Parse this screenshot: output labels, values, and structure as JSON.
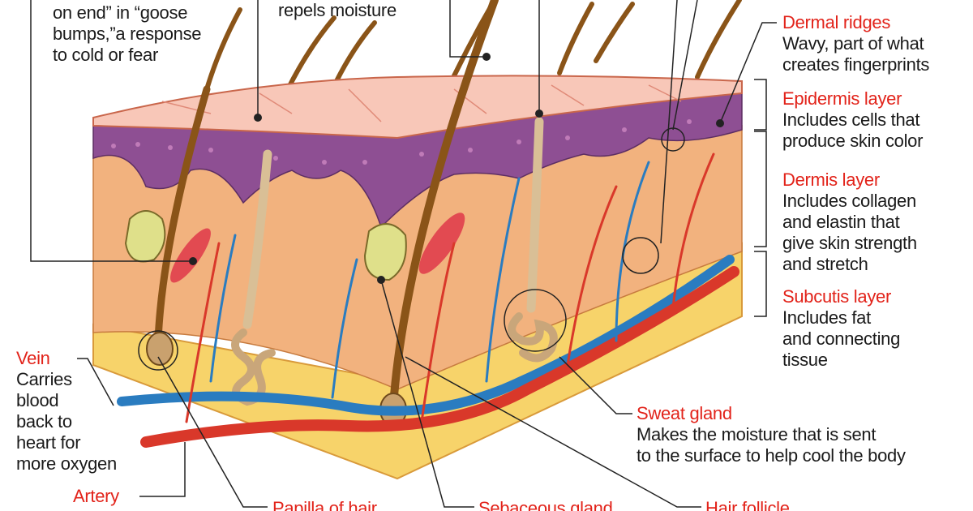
{
  "colors": {
    "label_red": "#e2231a",
    "text": "#1a1a1a",
    "epidermis_purple": "#8e4f93",
    "dermis": "#f2b27e",
    "fat": "#f7d36a",
    "vein": "#2a7cc0",
    "artery": "#d9382a",
    "hair": "#a0641e"
  },
  "labels": {
    "arrector_desc": [
      "on end” in “goose",
      "bumps,”a response",
      "to cold or fear"
    ],
    "sebum_desc": [
      "repels moisture"
    ],
    "dermal_ridges": {
      "title": "Dermal ridges",
      "desc": [
        "Wavy, part of what",
        "creates fingerprints"
      ]
    },
    "epidermis": {
      "title": "Epidermis layer",
      "desc": [
        "Includes cells that",
        "produce skin color"
      ]
    },
    "dermis": {
      "title": "Dermis layer",
      "desc": [
        "Includes collagen",
        "and elastin that",
        "give skin strength",
        "and stretch"
      ]
    },
    "subcutis": {
      "title": "Subcutis layer",
      "desc": [
        "Includes fat",
        "and connecting",
        "tissue"
      ]
    },
    "vein": {
      "title": "Vein",
      "desc": [
        "Carries",
        "blood",
        "back to",
        "heart for",
        "more oxygen"
      ]
    },
    "artery": {
      "title": "Artery"
    },
    "sweat_gland": {
      "title": "Sweat gland",
      "desc": [
        "Makes the moisture that is sent",
        "to the surface to help cool the body"
      ]
    },
    "papilla": {
      "title": "Papilla of hair"
    },
    "sebaceous": {
      "title": "Sebaceous gland"
    },
    "hair_follicle": {
      "title": "Hair follicle"
    }
  }
}
